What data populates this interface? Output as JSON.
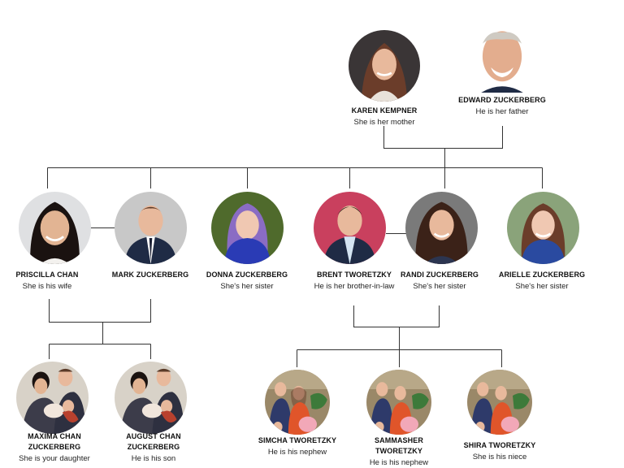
{
  "colors": {
    "line": "#333333",
    "skin": "#e8b99c",
    "hair_dark": "#2a1a14",
    "hair_brown": "#6b3d2a",
    "hair_grey": "#cfcac2",
    "suit": "#1f2b45",
    "blue_top": "#2a3bb5",
    "pink_bg": "#c9405e",
    "orange_dress": "#e0552a"
  },
  "people": [
    {
      "id": "karen-kempner",
      "name": "KAREN KEMPNER",
      "relation": "She is her mother",
      "icon": "woman-portrait-icon"
    },
    {
      "id": "edward-zuckerberg",
      "name": "EDWARD ZUCKERBERG",
      "relation": "He is her father",
      "icon": "man-portrait-icon"
    },
    {
      "id": "priscilla-chan",
      "name": "PRISCILLA CHAN",
      "relation": "She is his wife",
      "icon": "woman-portrait-icon"
    },
    {
      "id": "mark-zuckerberg",
      "name": "MARK ZUCKERBERG",
      "relation": "",
      "icon": "man-portrait-icon"
    },
    {
      "id": "donna-zuckerberg",
      "name": "DONNA ZUCKERBERG",
      "relation": "She's her sister",
      "icon": "woman-portrait-icon"
    },
    {
      "id": "brent-tworetzky",
      "name": "BRENT TWORETZKY",
      "relation": "He is her brother-in-law",
      "icon": "man-portrait-icon"
    },
    {
      "id": "randi-zuckerberg",
      "name": "RANDI ZUCKERBERG",
      "relation": "She's her sister",
      "icon": "woman-portrait-icon"
    },
    {
      "id": "arielle-zuckerberg",
      "name": "ARIELLE ZUCKERBERG",
      "relation": "She's her sister",
      "icon": "woman-portrait-icon"
    },
    {
      "id": "maxima-chan-zuckerberg",
      "name": "MAXIMA CHAN ZUCKERBERG",
      "relation": "She is your daughter",
      "icon": "family-photo-icon"
    },
    {
      "id": "august-chan-zuckerberg",
      "name": "AUGUST CHAN ZUCKERBERG",
      "relation": "He is his son",
      "icon": "family-photo-icon"
    },
    {
      "id": "simcha-tworetzky",
      "name": "SIMCHA TWORETZKY",
      "relation": "He is his nephew",
      "icon": "family-photo-icon"
    },
    {
      "id": "sammasher-tworetzky",
      "name": "SAMMASHER TWORETZKY",
      "relation": "He is his nephew",
      "icon": "family-photo-icon"
    },
    {
      "id": "shira-tworetzky",
      "name": "SHIRA TWORETZKY",
      "relation": "She is his niece",
      "icon": "family-photo-icon"
    }
  ]
}
